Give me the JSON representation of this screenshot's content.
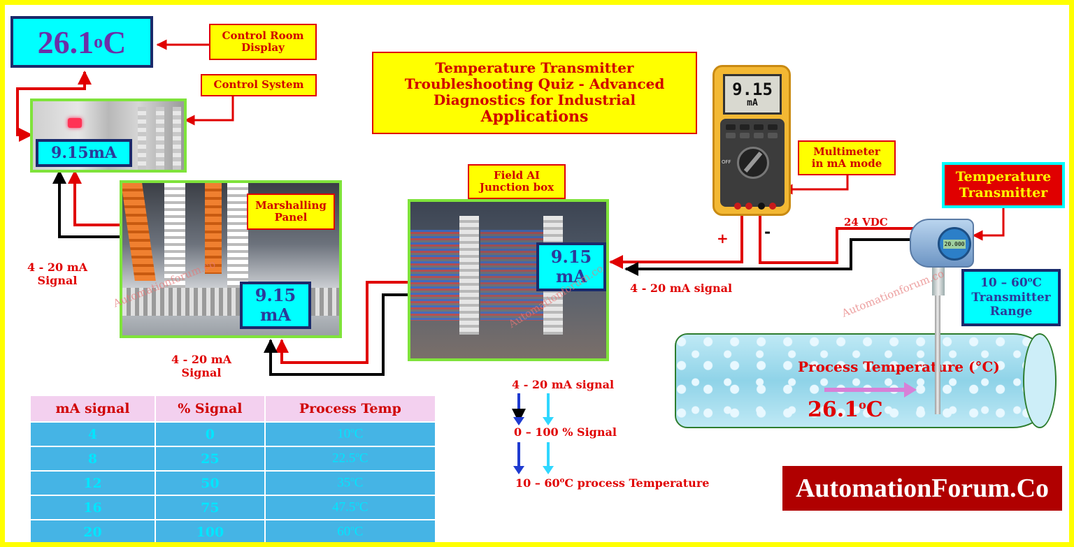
{
  "control_room_display": {
    "value": "26.1",
    "unit_sup": "o",
    "unit": "C",
    "label": "Control Room\nDisplay"
  },
  "control_system": {
    "label": "Control System",
    "signal": "9.15mA"
  },
  "title": {
    "line1": "Temperature Transmitter",
    "line2": "Troubleshooting Quiz - Advanced",
    "line3": "Diagnostics for Industrial",
    "line4": "Applications"
  },
  "marshalling_panel": {
    "label": "Marshalling\nPanel",
    "signal_value": "9.15",
    "signal_unit": "mA"
  },
  "junction_box": {
    "label": "Field AI\nJunction box",
    "signal_value": "9.15",
    "signal_unit": "mA"
  },
  "multimeter": {
    "reading": "9.15",
    "unit": "mA",
    "label": "Multimeter\nin mA mode",
    "plus": "+",
    "minus": "-",
    "off_label": "OFF"
  },
  "transmitter": {
    "label": "Temperature\nTransmitter",
    "range_value": "10 – 60",
    "range_sup": "o",
    "range_unit": "C",
    "range_text": "Transmitter\nRange",
    "display": "20.000"
  },
  "signals": {
    "left": "4 - 20 mA\nSignal",
    "bottom": "4 - 20 mA\nSignal",
    "right": "4 - 20 mA signal",
    "supply": "24 VDC"
  },
  "process": {
    "title": "Process Temperature (°C)",
    "value": "26.1",
    "sup": "o",
    "unit": "C"
  },
  "conversion": {
    "step1": "4 - 20 mA signal",
    "step2": "0 – 100 % Signal",
    "step3_pre": "10 – 60",
    "step3_sup": "o",
    "step3_post": "C process Temperature"
  },
  "table": {
    "headers": [
      "mA signal",
      "% Signal",
      "Process Temp"
    ],
    "rows": [
      [
        "4",
        "0",
        "10",
        "C"
      ],
      [
        "8",
        "25",
        "22.5",
        "C"
      ],
      [
        "12",
        "50",
        "35",
        "C"
      ],
      [
        "16",
        "75",
        "47.5",
        "C"
      ],
      [
        "20",
        "100",
        "60",
        "C"
      ]
    ],
    "sup": "o"
  },
  "watermark": "Automationforum.co",
  "brand": "AutomationForum.Co",
  "colors": {
    "border": "#ffff00",
    "wire_red": "#e00000",
    "wire_black": "#000000",
    "cyan": "#00ffff",
    "brand_bg": "#b00000"
  }
}
